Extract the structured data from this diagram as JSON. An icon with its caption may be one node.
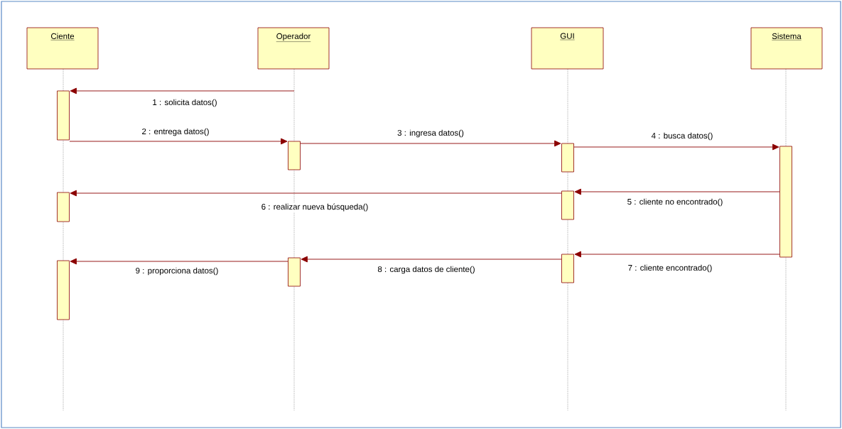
{
  "diagram": {
    "nodes": [
      {
        "text": [
          "Ciente"
        ]
      },
      {
        "text": [
          "Operador"
        ]
      },
      {
        "text": [
          "GUI"
        ]
      },
      {
        "text": [
          "Sistema"
        ]
      },
      {
        "text": [],
        "shape": "bar"
      },
      {
        "text": [],
        "shape": "bar"
      },
      {
        "text": [],
        "shape": "bar"
      },
      {
        "text": [],
        "shape": "bar"
      },
      {
        "text": [],
        "shape": "bar"
      },
      {
        "text": [],
        "shape": "bar"
      },
      {
        "text": [],
        "shape": "bar"
      },
      {
        "text": [],
        "shape": "bar"
      },
      {
        "text": [],
        "shape": "bar"
      }
    ],
    "edges": [
      {
        "from": null,
        "to": 4,
        "arrow": "to",
        "label": "1 : solicita datos()"
      },
      {
        "from": 4,
        "to": 5,
        "arrow": "to",
        "label": "2 : entrega datos()"
      },
      {
        "from": 5,
        "to": 6,
        "arrow": "to",
        "label": "3 : ingresa datos()"
      },
      {
        "from": 6,
        "to": 7,
        "arrow": "to",
        "label": "4 : busca datos()"
      },
      {
        "from": 7,
        "to": 8,
        "arrow": "to",
        "label": "5 : cliente no encontrado()"
      },
      {
        "from": 8,
        "to": 9,
        "arrow": "to",
        "label": "6 : realizar nueva búsqueda()"
      },
      {
        "from": 7,
        "to": 10,
        "arrow": "to",
        "label": "7 : cliente encontrado()"
      },
      {
        "from": 10,
        "to": 11,
        "arrow": "to",
        "label": "8 : carga datos de cliente()"
      },
      {
        "from": 11,
        "to": 12,
        "arrow": "to",
        "label": "9 : proporciona datos()"
      }
    ]
  }
}
